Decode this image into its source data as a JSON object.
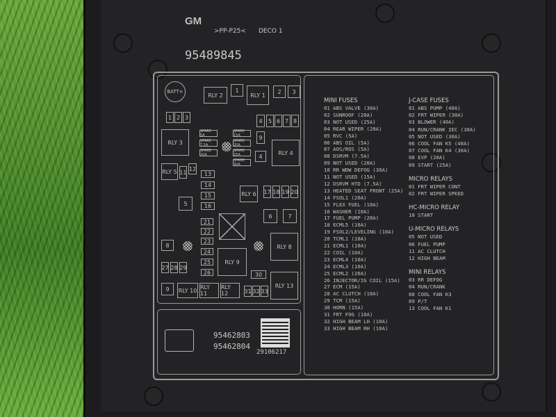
{
  "header": {
    "brand": "GM",
    "material": ">PP-P25<",
    "code": "DECO 1",
    "part_number": "95489845"
  },
  "relays": {
    "batt": "BATT+",
    "rly1": "RLY 1",
    "rly2": "RLY 2",
    "rly3": "RLY 3",
    "rly4": "RLY 4",
    "rly5": "RLY 5",
    "rly6": "RLY 6",
    "rly8": "RLY 8",
    "rly9": "RLY 9",
    "rly10": "RLY 10",
    "rly11": "RLY 11",
    "rly12": "RLY 12",
    "rly13": "RLY 13"
  },
  "spares": [
    "SPARE 5A",
    "SPARE 7.5A",
    "SPARE 10A",
    "SPARE 15A",
    "SPARE 20A",
    "SPARE 25A",
    "SPARE 30A"
  ],
  "legend": {
    "mini_fuses_title": "MINI FUSES",
    "mini_fuses": [
      "01 ABS VALVE (30A)",
      "02 SUNROOF (20A)",
      "03 NOT USED (25A)",
      "04 REAR WIPER (20A)",
      "05 RVC (5A)",
      "06 ABS OIL (5A)",
      "07 AOS/ROS (5A)",
      "08 DSRVM (7.5A)",
      "09 NOT USED (20A)",
      "10 RR WDW DEFOG (30A)",
      "11 NOT USED (15A)",
      "12 DSRVM HTD (7.5A)",
      "13 HEATED SEAT FRONT (25A)",
      "14 FSOL1 (20A)",
      "15 FLEX FUEL (10A)",
      "16 WASHER (10A)",
      "17 FUEL PUMP (20A)",
      "18 ECML5 (10A)",
      "19 FSOL2/LEVELING (10A)",
      "20 TCML1 (10A)",
      "21 ECML1 (10A)",
      "22 COIL (10A)",
      "23 ECML4 (10A)",
      "24 ECML3 (10A)",
      "25 ECML2 (20A)",
      "26 INJECTOR/IG COIL (15A)",
      "27 ECM (15A)",
      "28 AC CLUTCH (10A)",
      "29 TCM (15A)",
      "30 HORN (15A)",
      "31 FRT FOG (10A)",
      "32 HIGH BEAM LH (10A)",
      "33 HIGH BEAM RH (10A)"
    ],
    "jcase_title": "J-CASE FUSES",
    "jcase": [
      "01 ABS PUMP (40A)",
      "02 FRT WIPER (30A)",
      "03 BLOWER (40A)",
      "04 RUN/CRANK IEC (30A)",
      "05 NOT USED (30A)",
      "06 COOL FAN K5 (40A)",
      "07 COOL FAN K4 (30A)",
      "08 EVP (20A)",
      "09 START (25A)"
    ],
    "micro_title": "MICRO RELAYS",
    "micro": [
      "01 FRT WIPER CONT",
      "02 FRT WIPER SPEED"
    ],
    "hc_title": "HC-MICRO RELAY",
    "hc": [
      "10 START"
    ],
    "umicro_title": "U-MICRO RELAYS",
    "umicro": [
      "05 NOT USED",
      "06 FUEL PUMP",
      "11 AC CLUTCH",
      "12 HIGH BEAM"
    ],
    "mini_relays_title": "MINI RELAYS",
    "mini_relays": [
      "03 RR DEFOG",
      "04 RUN/CRANK",
      "08 COOL FAN K3",
      "09 P/T",
      "13 COOL FAN K1"
    ]
  },
  "footer": {
    "part_a": "95462803",
    "part_b": "95462804",
    "code": "29106217"
  }
}
